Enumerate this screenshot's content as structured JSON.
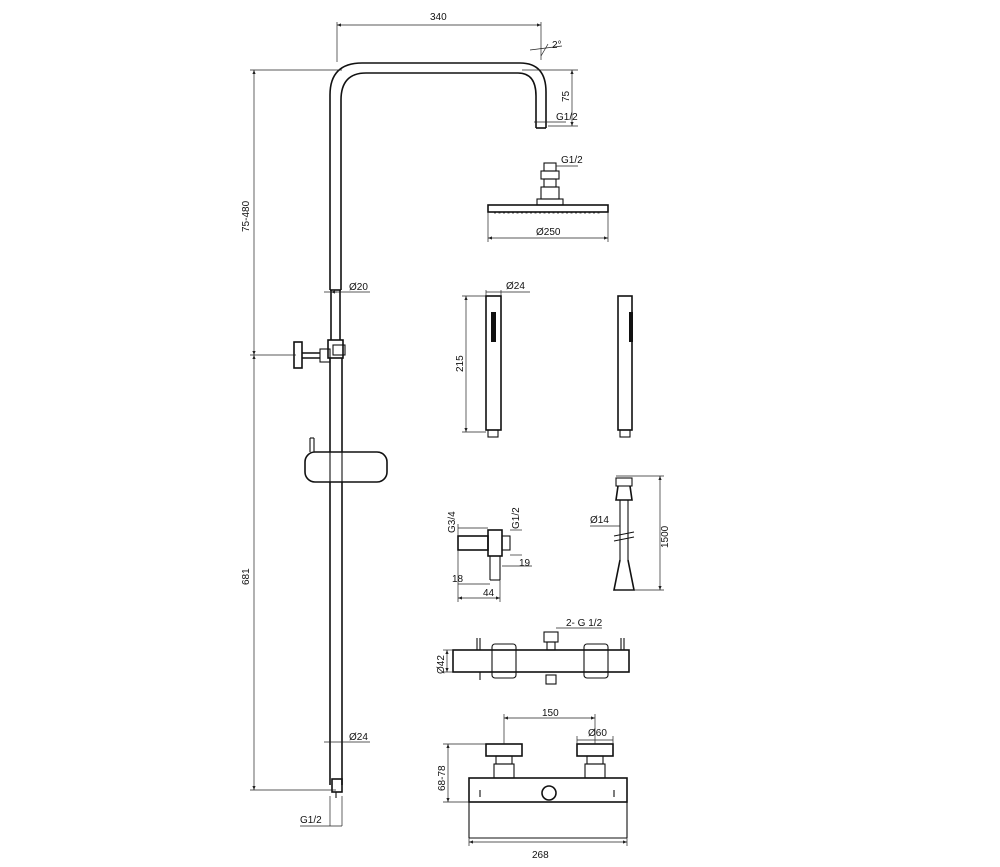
{
  "labels": {
    "arm_width": "340",
    "arm_angle": "2°",
    "arm_drop": "75",
    "arm_thread": "G1/2",
    "column_height": "75-480",
    "column_dia_upper": "Ø20",
    "rail_height": "681",
    "column_dia_lower": "Ø24",
    "inlet_thread": "G1/2",
    "head_thread": "G1/2",
    "head_dia": "Ø250",
    "hand_dia": "Ø24",
    "hand_length": "215",
    "elbow_thread_a": "G3/4",
    "elbow_thread_b": "G1/2",
    "elbow_dim_a": "19",
    "elbow_dim_b": "18",
    "elbow_dim_c": "44",
    "hose_dia": "Ø14",
    "hose_length": "1500",
    "mixer_outlets": "2- G 1/2",
    "mixer_dia": "Ø42",
    "centers": "150",
    "escutcheon_dia": "Ø60",
    "projection": "68-78",
    "mixer_width": "268"
  }
}
